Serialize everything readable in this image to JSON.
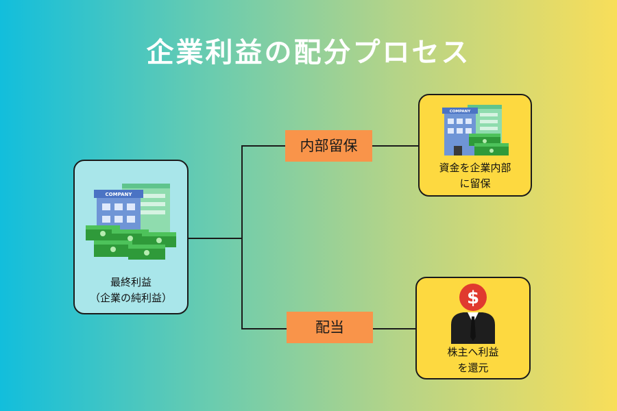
{
  "title": "企業利益の配分プロセス",
  "source": {
    "label_line1": "最終利益",
    "label_line2": "（企業の純利益）",
    "icon": "company-with-money-icon",
    "building_text": "COMPANY"
  },
  "branches": [
    {
      "tag": "内部留保",
      "label_line1": "資金を企業内部",
      "label_line2": "に留保",
      "icon": "company-with-money-icon",
      "building_text": "COMPANY"
    },
    {
      "tag": "配当",
      "label_line1": "株主へ利益",
      "label_line2": "を還元",
      "icon": "shareholder-dollar-icon"
    }
  ],
  "colors": {
    "gradient_left": "#12bedc",
    "gradient_right": "#f8de5a",
    "source_box": "#a9e6ea",
    "target_box": "#fdd940",
    "tag": "#f9944a",
    "line": "#1a1a1a"
  }
}
